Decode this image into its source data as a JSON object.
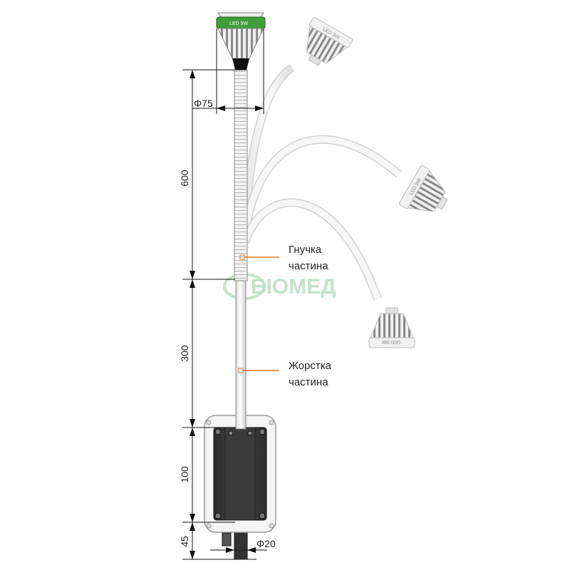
{
  "watermark": {
    "brand": "БІОМЕД"
  },
  "dimensions": {
    "head_diameter": "Φ75",
    "flexible_length": "600",
    "rigid_length": "300",
    "housing_height": "100",
    "base_length": "45",
    "base_diameter": "Φ20"
  },
  "labels": {
    "flexible_part": [
      "Гнучка",
      "частина"
    ],
    "rigid_part": [
      "Жорстка",
      "частина"
    ]
  },
  "lamp_head": {
    "ring_text": "LED 9W"
  },
  "colors": {
    "leader": "#e87722",
    "ring": "#3f9e3a",
    "watermark": "#b9dcc0"
  }
}
